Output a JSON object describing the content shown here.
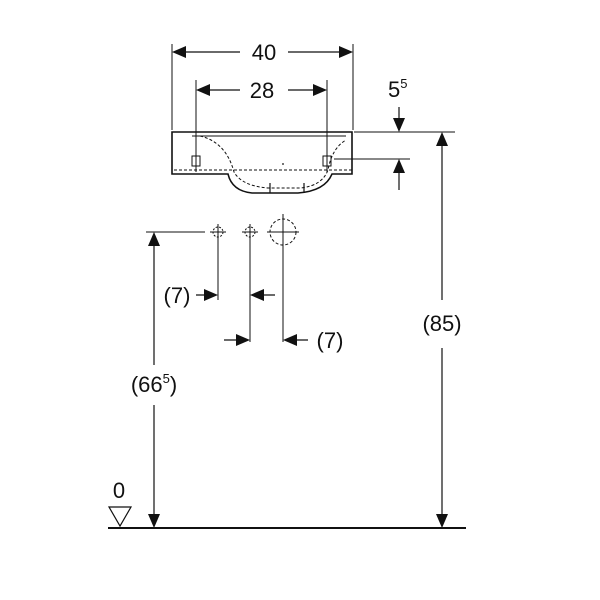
{
  "dimensions": {
    "outer_width": "40",
    "fixing_distance": "28",
    "rim_thickness_main": "5",
    "rim_thickness_sup": "5",
    "rim_height": "(85)",
    "waste_height_pre": "(66",
    "waste_height_sup": "5",
    "waste_height_post": ")",
    "supply_offset_left": "(7)",
    "supply_offset_right": "(7)",
    "floor_level": "0"
  }
}
